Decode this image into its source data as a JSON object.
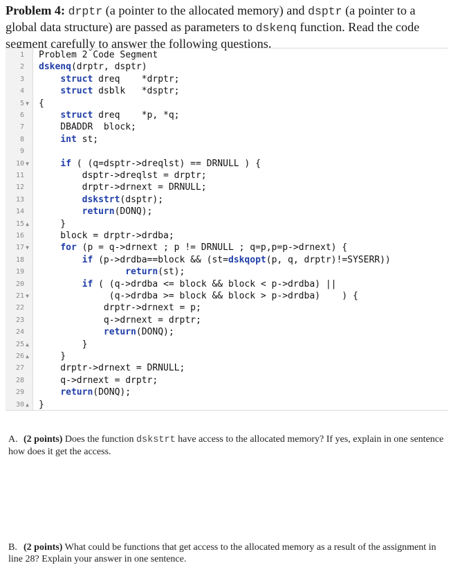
{
  "problem": {
    "label": "Problem 4:",
    "var1": "drptr",
    "text1": " (a pointer to the allocated memory) and ",
    "var2": "dsptr",
    "text2": " (a pointer to a global data structure) are passed as parameters to ",
    "func": "dskenq",
    "text3": " function. Read the code segment carefully to answer the following questions."
  },
  "code_lines": [
    {
      "n": "1",
      "fold": "",
      "text": "Problem 2 Code Segment"
    },
    {
      "n": "2",
      "fold": "",
      "text": "dskenq(drptr, dsptr)"
    },
    {
      "n": "3",
      "fold": "",
      "text": "    struct dreq    *drptr;"
    },
    {
      "n": "4",
      "fold": "",
      "text": "    struct dsblk   *dsptr;"
    },
    {
      "n": "5",
      "fold": "▼",
      "text": "{"
    },
    {
      "n": "6",
      "fold": "",
      "text": "    struct dreq    *p, *q;"
    },
    {
      "n": "7",
      "fold": "",
      "text": "    DBADDR  block;"
    },
    {
      "n": "8",
      "fold": "",
      "text": "    int st;"
    },
    {
      "n": "9",
      "fold": "",
      "text": ""
    },
    {
      "n": "10",
      "fold": "▼",
      "text": "    if ( (q=dsptr->dreqlst) == DRNULL ) {"
    },
    {
      "n": "11",
      "fold": "",
      "text": "        dsptr->dreqlst = drptr;"
    },
    {
      "n": "12",
      "fold": "",
      "text": "        drptr->drnext = DRNULL;"
    },
    {
      "n": "13",
      "fold": "",
      "text": "        dskstrt(dsptr);"
    },
    {
      "n": "14",
      "fold": "",
      "text": "        return(DONQ);"
    },
    {
      "n": "15",
      "fold": "▲",
      "text": "    }"
    },
    {
      "n": "16",
      "fold": "",
      "text": "    block = drptr->drdba;"
    },
    {
      "n": "17",
      "fold": "▼",
      "text": "    for (p = q->drnext ; p != DRNULL ; q=p,p=p->drnext) {"
    },
    {
      "n": "18",
      "fold": "",
      "text": "        if (p->drdba==block && (st=dskqopt(p, q, drptr)!=SYSERR))"
    },
    {
      "n": "19",
      "fold": "",
      "text": "                return(st);"
    },
    {
      "n": "20",
      "fold": "",
      "text": "        if ( (q->drdba <= block && block < p->drdba) ||"
    },
    {
      "n": "21",
      "fold": "▼",
      "text": "             (q->drdba >= block && block > p->drdba)    ) {"
    },
    {
      "n": "22",
      "fold": "",
      "text": "            drptr->drnext = p;"
    },
    {
      "n": "23",
      "fold": "",
      "text": "            q->drnext = drptr;"
    },
    {
      "n": "24",
      "fold": "",
      "text": "            return(DONQ);"
    },
    {
      "n": "25",
      "fold": "▲",
      "text": "        }"
    },
    {
      "n": "26",
      "fold": "▲",
      "text": "    }"
    },
    {
      "n": "27",
      "fold": "",
      "text": "    drptr->drnext = DRNULL;"
    },
    {
      "n": "28",
      "fold": "",
      "text": "    q->drnext = drptr;"
    },
    {
      "n": "29",
      "fold": "",
      "text": "    return(DONQ);"
    },
    {
      "n": "30",
      "fold": "▲",
      "text": "}"
    }
  ],
  "questions": [
    {
      "label": "A.",
      "points": "(2 points)",
      "pre": " Does the function ",
      "mono": "dskstrt",
      "post": " have access to the allocated memory? If yes, explain in one sentence how does it get the access."
    },
    {
      "label": "B.",
      "points": "(2 points)",
      "pre": " What could be functions that get access to the allocated memory as a result of the assignment in line 28? Explain your answer in one sentence.",
      "mono": "",
      "post": ""
    }
  ]
}
